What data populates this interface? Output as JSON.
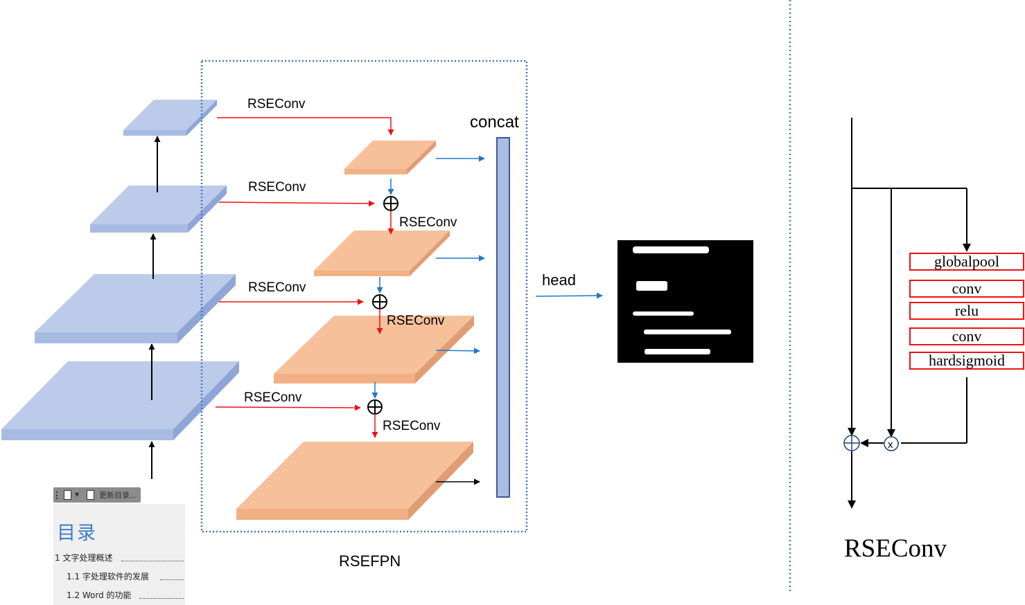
{
  "labels": {
    "rseconv": "RSEConv",
    "concat": "concat",
    "head": "head",
    "rsefpn": "RSEFPN",
    "rseconv_title": "RSEConv"
  },
  "rseconv_blocks": [
    "globalpool",
    "conv",
    "relu",
    "conv",
    "hardsigmoid"
  ],
  "operators": {
    "add": "⊕",
    "multiply": "x"
  },
  "document_thumbnail": {
    "toolbar_label": "更新目录...",
    "heading": "目录",
    "toc": [
      "1 文字处理概述",
      "1.1  字处理软件的发展",
      "1.2 Word 的功能"
    ]
  },
  "colors": {
    "backbone_fill": "#b4c7e7",
    "fpn_fill": "#f5c09a",
    "concat_bar": "#aabde3",
    "red_arrow": "#ee1111",
    "blue_arrow": "#1f77c9",
    "dashed_border": "#4472c4",
    "block_border": "#ee1111"
  }
}
